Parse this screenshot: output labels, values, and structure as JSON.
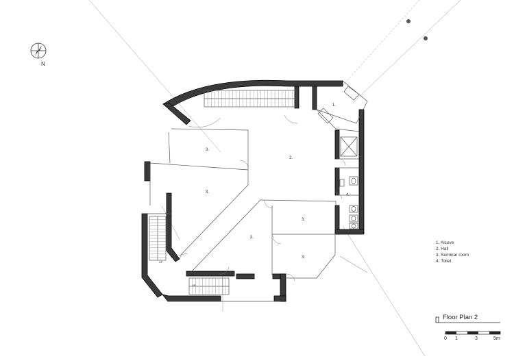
{
  "compass": {
    "label": "N",
    "icon": "compass-icon"
  },
  "rooms": [
    {
      "id": "alcove",
      "label": "1."
    },
    {
      "id": "hall",
      "label": "2."
    },
    {
      "id": "seminar-1",
      "label": "3."
    },
    {
      "id": "seminar-2",
      "label": "3."
    },
    {
      "id": "seminar-3",
      "label": "3."
    },
    {
      "id": "seminar-4",
      "label": "3."
    },
    {
      "id": "seminar-5",
      "label": "3."
    },
    {
      "id": "toilet",
      "label": "4."
    }
  ],
  "stair_labels": [
    "UP",
    "UP"
  ],
  "legend": {
    "items": [
      "1. Alcove",
      "2. Hall",
      "3. Seminar room",
      "4. Toilet"
    ]
  },
  "title": "Floor Plan 2",
  "scale": {
    "ticks": [
      "0",
      "1",
      "3",
      "5m"
    ]
  }
}
